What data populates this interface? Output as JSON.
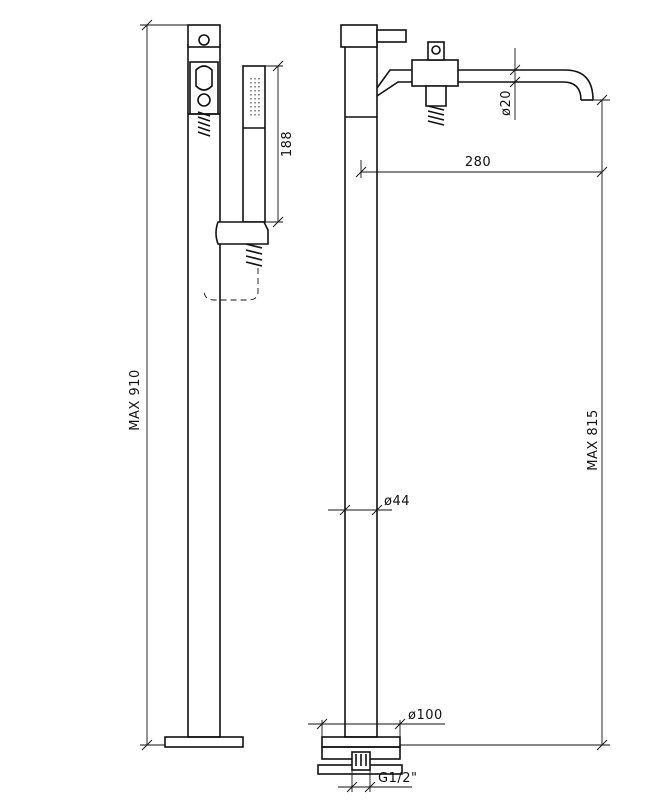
{
  "dimensions": {
    "left_height": "MAX 910",
    "hand_shower_length": "188",
    "spout_diameter": "ø20",
    "spout_reach": "280",
    "right_height": "MAX 815",
    "body_diameter": "ø44",
    "base_diameter": "ø100",
    "connection_thread": "G1/2\""
  },
  "colors": {
    "line": "#111111",
    "background": "#ffffff"
  }
}
